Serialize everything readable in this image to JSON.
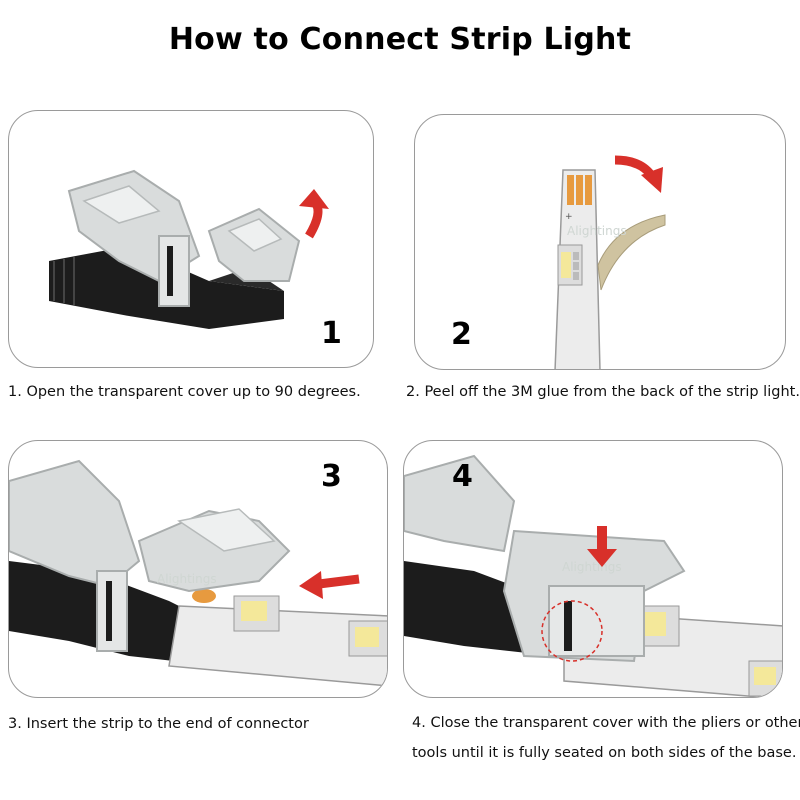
{
  "title": "How  to Connect Strip Light",
  "watermark": "Alightings",
  "steps": [
    {
      "number": "1",
      "caption": "1. Open the transparent cover up to 90 degrees."
    },
    {
      "number": "2",
      "caption": "2. Peel off the 3M glue from the back of the strip light."
    },
    {
      "number": "3",
      "caption": "3. Insert the strip to the end of connector"
    },
    {
      "number": "4",
      "caption_line1": "4. Close the transparent cover with the pliers or other",
      "caption_line2": "tools until it is fully seated on both sides of the base."
    }
  ],
  "colors": {
    "arrow": "#d8302a",
    "connector_base": "#1c1c1c",
    "transparent_cover": "#d9dcdc",
    "strip": "#ececec",
    "glue_tape": "#cfc3a0",
    "led": "#f4e89a",
    "copper_pad": "#e79a3f"
  }
}
